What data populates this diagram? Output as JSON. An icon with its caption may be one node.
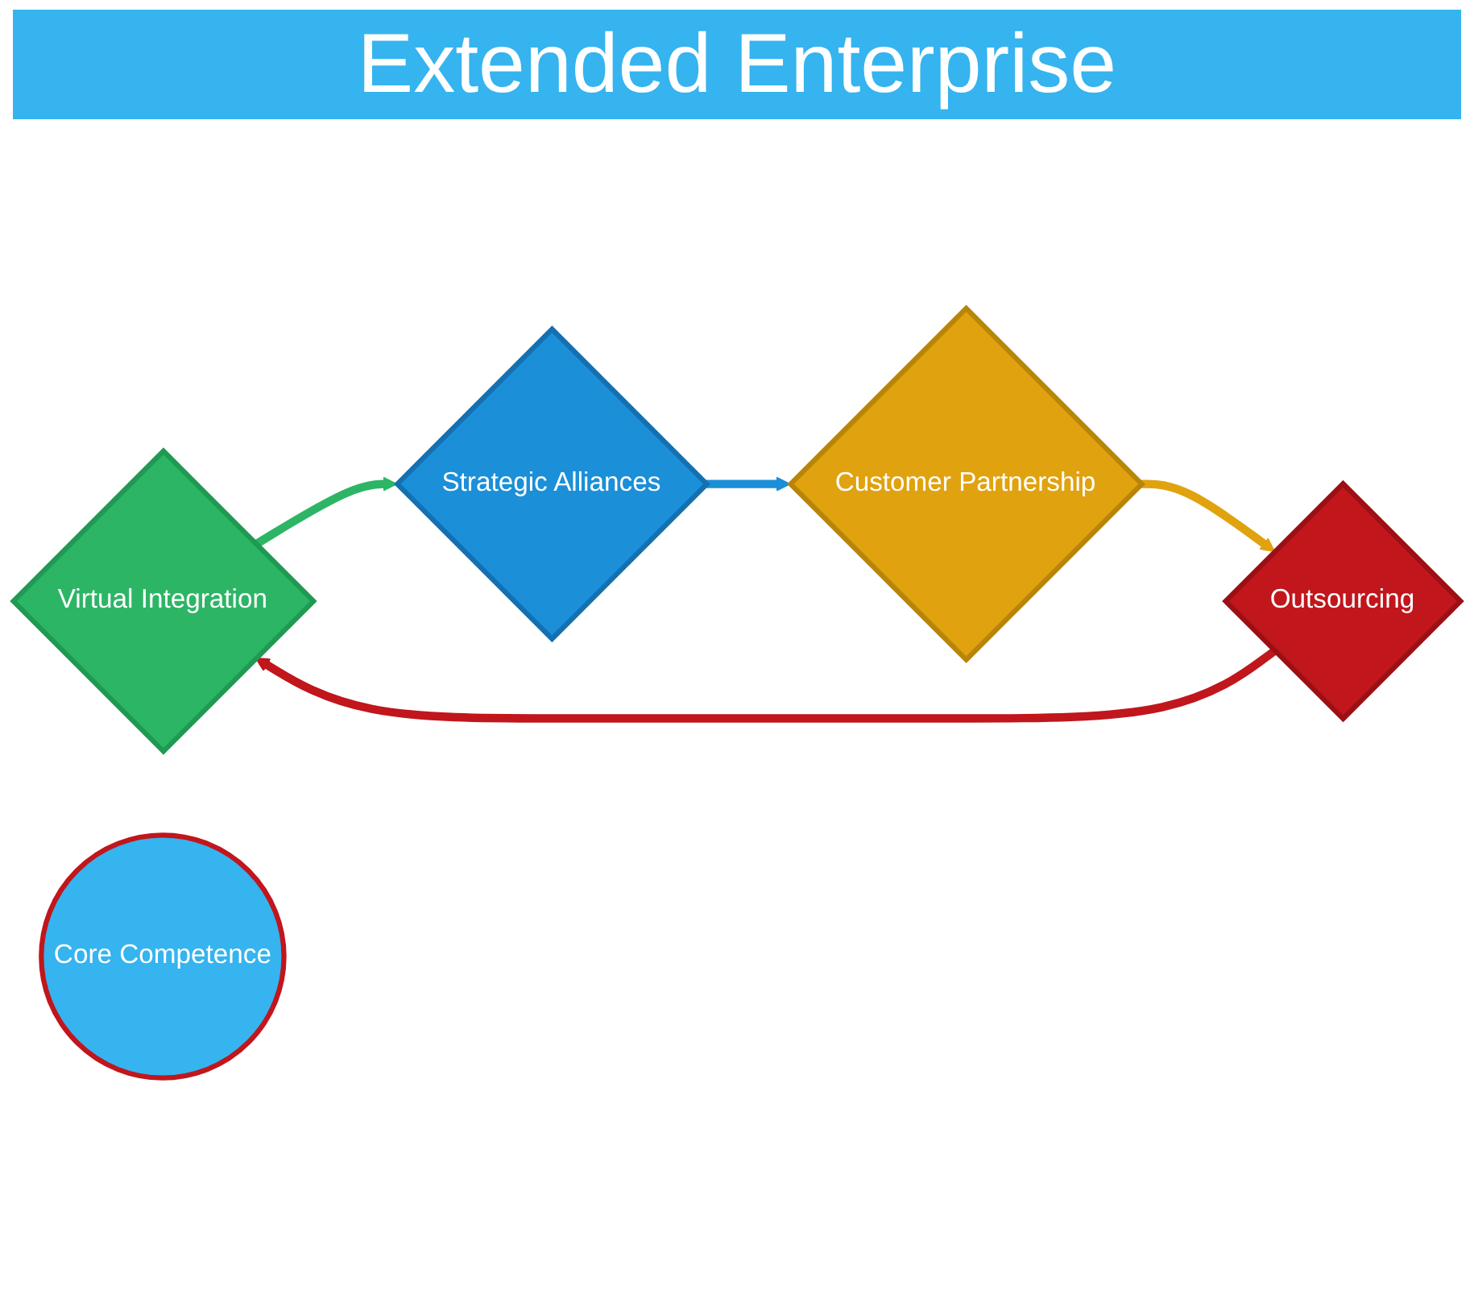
{
  "diagram": {
    "title": "Extended Enterprise",
    "nodes": [
      {
        "text": [
          "Virtual Integration"
        ]
      },
      {
        "text": [
          "Outsourcing"
        ]
      },
      {
        "text": [
          "Core Competence"
        ]
      },
      {
        "text": [
          "Strategic Alliances"
        ]
      },
      {
        "text": [
          "Customer Partnership"
        ]
      }
    ],
    "edges": [
      {
        "from": 1,
        "to": 0,
        "arrow": "to",
        "color": "#c0161c"
      },
      {
        "from": 0,
        "to": 3,
        "arrow": "to",
        "color": "#2db566"
      },
      {
        "from": 3,
        "to": 4,
        "arrow": "to",
        "color": "#1b8fd8"
      },
      {
        "from": 4,
        "to": 1,
        "arrow": "to",
        "color": "#e0a20e"
      }
    ]
  }
}
